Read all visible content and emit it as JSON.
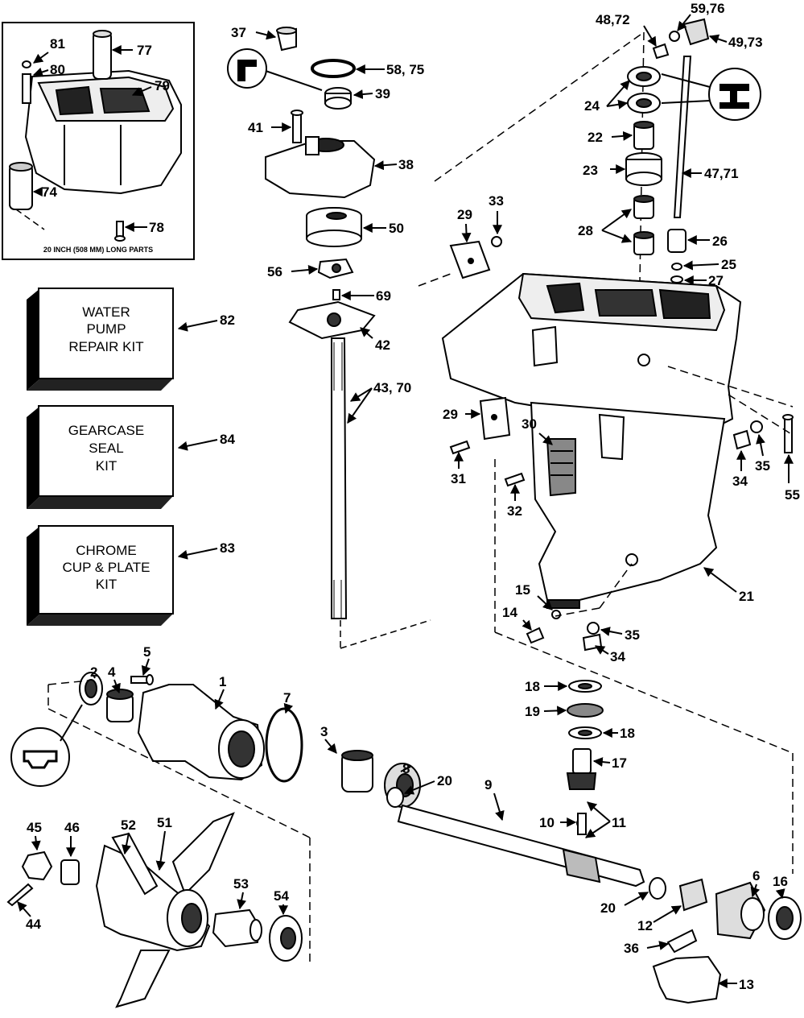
{
  "inset": {
    "caption": "20 INCH (508 MM) LONG PARTS"
  },
  "kits": [
    {
      "lines": [
        "WATER",
        "PUMP",
        "REPAIR KIT"
      ],
      "ref": "82"
    },
    {
      "lines": [
        "GEARCASE",
        "SEAL",
        "KIT"
      ],
      "ref": "84"
    },
    {
      "lines": [
        "CHROME",
        "CUP & PLATE",
        "KIT"
      ],
      "ref": "83"
    }
  ],
  "callouts": {
    "c81": "81",
    "c80": "80",
    "c77": "77",
    "c79": "79",
    "c74": "74",
    "c78": "78",
    "c37": "37",
    "c58": "58, 75",
    "c39": "39",
    "c41": "41",
    "c38": "38",
    "c50": "50",
    "c56": "56",
    "c69": "69",
    "c42": "42",
    "c43": "43, 70",
    "c4872": "48,72",
    "c5976": "59,76",
    "c4973": "49,73",
    "c24": "24",
    "c22": "22",
    "c23": "23",
    "c4771": "47,71",
    "c28": "28",
    "c26": "26",
    "c25": "25",
    "c27": "27",
    "c29a": "29",
    "c33": "33",
    "c29b": "29",
    "c30": "30",
    "c31": "31",
    "c32": "32",
    "c34a": "34",
    "c35a": "35",
    "c55": "55",
    "c21": "21",
    "c15": "15",
    "c14": "14",
    "c35b": "35",
    "c34b": "34",
    "c2": "2",
    "c4": "4",
    "c5": "5",
    "c1": "1",
    "c7": "7",
    "c3": "3",
    "c8": "8",
    "c20a": "20",
    "c18a": "18",
    "c19": "19",
    "c18b": "18",
    "c17": "17",
    "c9": "9",
    "c10": "10",
    "c11": "11",
    "c45": "45",
    "c46": "46",
    "c52": "52",
    "c51": "51",
    "c44": "44",
    "c53": "53",
    "c54": "54",
    "c20b": "20",
    "c12": "12",
    "c6": "6",
    "c16": "16",
    "c36": "36",
    "c13": "13"
  }
}
